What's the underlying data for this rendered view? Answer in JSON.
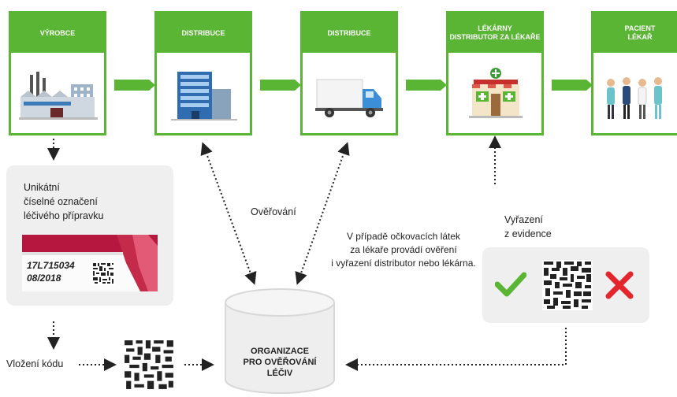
{
  "steps": [
    {
      "title": "VÝROBCE",
      "subtitle": ""
    },
    {
      "title": "DISTRIBUCE",
      "subtitle": ""
    },
    {
      "title": "DISTRIBUCE",
      "subtitle": ""
    },
    {
      "title": "LÉKÁRNY",
      "subtitle": "DISTRIBUTOR ZA LÉKAŘE"
    },
    {
      "title": "PACIENT",
      "subtitle": "LÉKAŘ"
    }
  ],
  "labels": {
    "unique_mark": [
      "Unikátní",
      "číselné označení",
      "léčivého přípravku"
    ],
    "pack_code": "17L715034",
    "pack_date": "08/2018",
    "verification": "Ověřování",
    "vaccines_note": [
      "V případě očkovacích látek",
      "za lékaře provádí ověření",
      "i vyřazení distributor nebo lékárna."
    ],
    "decommission": [
      "Vyřazení",
      "z evidence"
    ],
    "code_insert": "Vložení kódu",
    "organization": [
      "ORGANIZACE",
      "PRO OVĚŘOVÁNÍ",
      "LÉČIV"
    ]
  },
  "colors": {
    "green": "#5ab534",
    "red": "#e3262c",
    "grey": "#efefef",
    "pack": "#b5173e"
  }
}
